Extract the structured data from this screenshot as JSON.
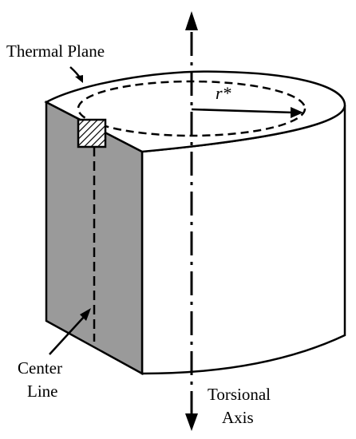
{
  "labels": {
    "thermal_plane": "Thermal Plane",
    "radius": "r*",
    "center_line_1": "Center",
    "center_line_2": "Line",
    "torsional_axis_1": "Torsional",
    "torsional_axis_2": "Axis"
  },
  "colors": {
    "stroke": "#000000",
    "cut_face": "#9a9a9a",
    "background": "#ffffff"
  }
}
